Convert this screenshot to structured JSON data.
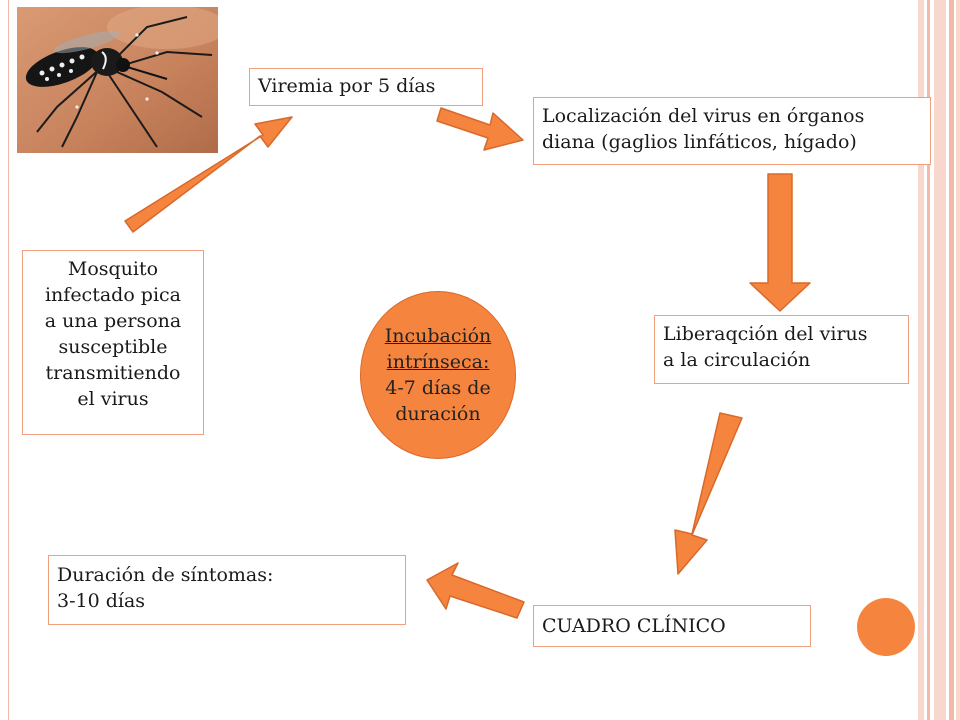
{
  "colors": {
    "accent_orange": "#f5843f",
    "box_border": "#f0a07e",
    "stripe_light": "#f8d8cc",
    "stripe_mid": "#f2b8a8"
  },
  "image": {
    "subject": "mosquito-photo-icon"
  },
  "nodes": {
    "viremia": "Viremia por 5 días",
    "localization": [
      "Localización del virus en órganos",
      "diana (gaglios linfáticos, hígado)"
    ],
    "release": [
      "Liberaqción del virus",
      "a la circulación"
    ],
    "clinical": "CUADRO CLÍNICO",
    "duration": [
      "Duración de síntomas:",
      "3-10 días"
    ],
    "mosquito": [
      "Mosquito",
      "infectado pica",
      "a una persona",
      "susceptible",
      "transmitiendo",
      "el virus"
    ]
  },
  "center": {
    "line1": "Incubación",
    "line2": "intrínseca:",
    "line3": "4-7 días de",
    "line4": "duración"
  },
  "flow": [
    "mosquito → viremia",
    "viremia → localization",
    "localization → release",
    "release → clinical",
    "clinical → duration"
  ]
}
